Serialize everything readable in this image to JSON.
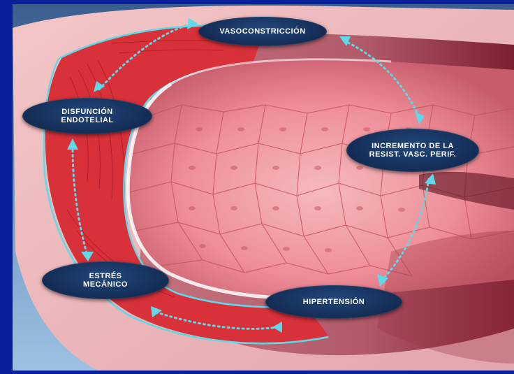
{
  "diagram": {
    "nodes": [
      {
        "id": "vasoconstriccion",
        "label": "VASOCONSTRICCIÓN"
      },
      {
        "id": "disfuncion",
        "label": "DISFUNCIÓN\nENDOTELIAL"
      },
      {
        "id": "incremento",
        "label": "INCREMENTO DE LA\nRESIST. VASC. PERIF."
      },
      {
        "id": "estres",
        "label": "ESTRÉS\nMECÁNICO"
      },
      {
        "id": "hipertension",
        "label": "HIPERTENSIÓN"
      }
    ],
    "links": [
      {
        "from": "vasoconstriccion",
        "to": "incremento",
        "style": "dotted-double-arrow"
      },
      {
        "from": "incremento",
        "to": "hipertension",
        "style": "dotted-double-arrow"
      },
      {
        "from": "hipertension",
        "to": "estres",
        "style": "dotted-double-arrow"
      },
      {
        "from": "estres",
        "to": "disfuncion",
        "style": "dotted-double-arrow"
      },
      {
        "from": "disfuncion",
        "to": "vasoconstriccion",
        "style": "dotted-double-arrow"
      }
    ]
  },
  "colors": {
    "background": "#0a1f9a",
    "node_fill": "#15305a",
    "arrow": "#5fd8e8",
    "vessel_wall": "#d8313a",
    "endothelium": "#f2a0a6"
  }
}
